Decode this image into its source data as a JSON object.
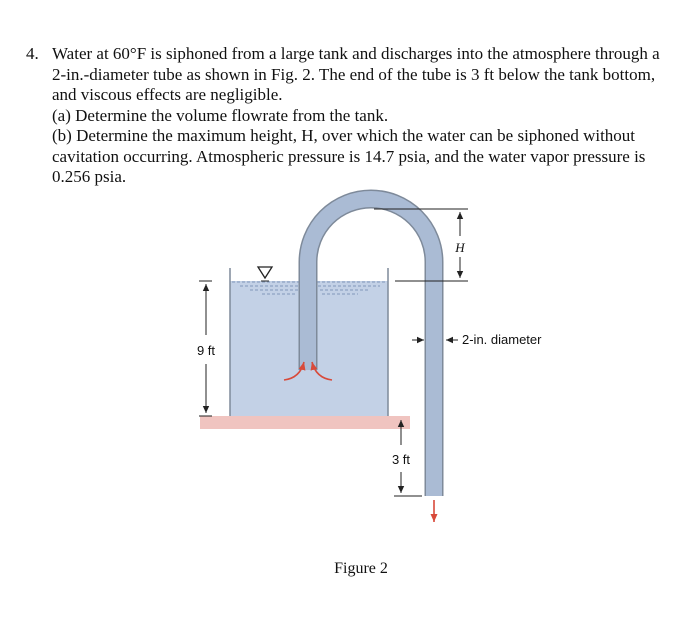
{
  "problem": {
    "number": "4.",
    "lines": [
      "Water at 60°F is siphoned from a large tank and discharges into the atmosphere through a",
      "2-in.-diameter tube as shown in Fig. 2. The end of the tube is 3 ft below the tank bottom,",
      "and viscous effects are negligible.",
      "(a) Determine the volume flowrate from the tank.",
      "(b) Determine the maximum height, H, over which the water can be siphoned without",
      "cavitation occurring. Atmospheric pressure is 14.7 psia, and the water vapor pressure is",
      "0.256 psia."
    ]
  },
  "figure": {
    "depth_label": "9 ft",
    "drop_label": "3 ft",
    "height_label": "H",
    "diameter_label": "2-in. diameter",
    "caption": "Figure 2",
    "colors": {
      "water": "#c3d1e6",
      "tank_wall": "#7e8a9a",
      "tube": "#aabbd4",
      "base": "#f0c4c0",
      "flow_arrow": "#d84a3a"
    }
  }
}
